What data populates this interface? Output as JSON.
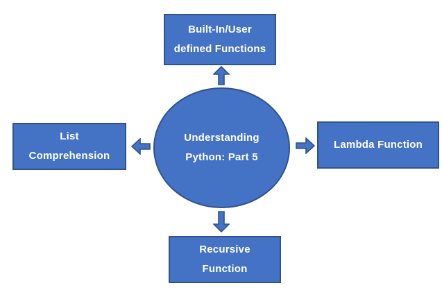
{
  "diagram": {
    "title": "Understanding Python Part 5 topic diagram",
    "center": {
      "label": "Understanding\nPython: Part 5",
      "shape": "ellipse"
    },
    "nodes": {
      "top": {
        "label": "Built-In/User\ndefined Functions",
        "shape": "rectangle"
      },
      "right": {
        "label": "Lambda Function",
        "shape": "rectangle"
      },
      "bottom": {
        "label": "Recursive\nFunction",
        "shape": "rectangle"
      },
      "left": {
        "label": "List\nComprehension",
        "shape": "rectangle"
      }
    },
    "connections": [
      {
        "from": "center",
        "to": "top",
        "icon": "up-arrow-icon"
      },
      {
        "from": "center",
        "to": "right",
        "icon": "right-arrow-icon"
      },
      {
        "from": "center",
        "to": "bottom",
        "icon": "down-arrow-icon"
      },
      {
        "from": "center",
        "to": "left",
        "icon": "left-arrow-icon"
      }
    ],
    "colors": {
      "shape_fill": "#4472C4",
      "shape_border": "#2F528F",
      "text": "#FFFFFF",
      "background": "#FFFFFF"
    }
  }
}
